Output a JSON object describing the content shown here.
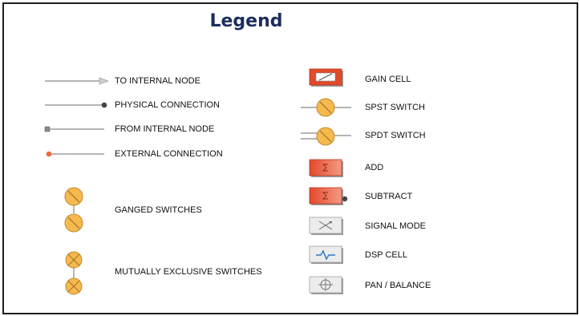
{
  "title": "Legend",
  "left_items": [
    {
      "label": "TO INTERNAL NODE",
      "icon": "arrow-line-icon"
    },
    {
      "label": "PHYSICAL CONNECTION",
      "icon": "dot-line-icon"
    },
    {
      "label": "FROM INTERNAL NODE",
      "icon": "square-start-line-icon"
    },
    {
      "label": "EXTERNAL CONNECTION",
      "icon": "red-dot-line-icon"
    },
    {
      "label": "GANGED SWITCHES",
      "icon": "ganged-switches-icon"
    },
    {
      "label": "MUTUALLY EXCLUSIVE SWITCHES",
      "icon": "mutually-exclusive-switches-icon"
    }
  ],
  "right_items": [
    {
      "label": "GAIN CELL",
      "icon": "gain-cell-icon"
    },
    {
      "label": "SPST SWITCH",
      "icon": "spst-switch-icon"
    },
    {
      "label": "SPDT SWITCH",
      "icon": "spdt-switch-icon"
    },
    {
      "label": "ADD",
      "icon": "add-icon"
    },
    {
      "label": "SUBTRACT",
      "icon": "subtract-icon"
    },
    {
      "label": "SIGNAL MODE",
      "icon": "signal-mode-icon"
    },
    {
      "label": "DSP CELL",
      "icon": "dsp-cell-icon"
    },
    {
      "label": "PAN / BALANCE",
      "icon": "pan-balance-icon"
    }
  ],
  "colors": {
    "title": "#1d2d5c",
    "switch_fill": "#f5b94d",
    "switch_stroke": "#c08a2e",
    "red_block": "#e24a2a",
    "grey_block": "#e6e6e6",
    "line": "#b5b5b5"
  }
}
